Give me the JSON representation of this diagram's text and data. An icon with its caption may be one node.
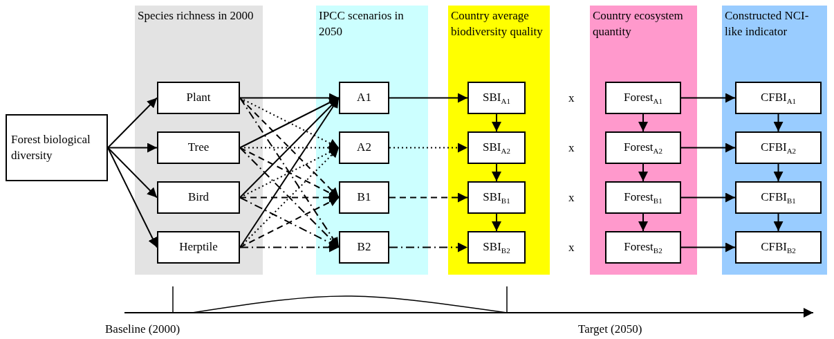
{
  "diagram": {
    "nodes": [
      {
        "text": [
          "Forest biological diversity"
        ]
      },
      {
        "text": [
          "Species richness in 2000"
        ]
      },
      {
        "text": [
          "Plant"
        ],
        "in": 1
      },
      {
        "text": [
          "Tree"
        ],
        "in": 1
      },
      {
        "text": [
          "Bird"
        ],
        "in": 1
      },
      {
        "text": [
          "Herptile"
        ],
        "in": 1
      },
      {
        "text": [
          "IPCC scenarios in 2050"
        ]
      },
      {
        "text": [
          "A1"
        ],
        "in": 6
      },
      {
        "text": [
          "A2"
        ],
        "in": 6
      },
      {
        "text": [
          "B1"
        ],
        "in": 6
      },
      {
        "text": [
          "B2"
        ],
        "in": 6
      },
      {
        "text": [
          "Country average biodiversity quality"
        ]
      },
      {
        "text": [
          "SBI$_{A1}$"
        ],
        "in": 11
      },
      {
        "text": [
          "SBI$_{A2}$"
        ],
        "in": 11
      },
      {
        "text": [
          "SBI$_{B1}$"
        ],
        "in": 11
      },
      {
        "text": [
          "SBI$_{B2}$"
        ],
        "in": 11
      },
      {
        "text": [
          "Country ecosystem quantity"
        ]
      },
      {
        "text": [
          "Forest$_{A1}$"
        ],
        "in": 16
      },
      {
        "text": [
          "Forest$_{A2}$"
        ],
        "in": 16
      },
      {
        "text": [
          "Forest$_{B1}$"
        ],
        "in": 16
      },
      {
        "text": [
          "Forest$_{B2}$"
        ],
        "in": 16
      },
      {
        "text": [
          "Constructed NCI-like indicator"
        ]
      },
      {
        "text": [
          "CFBI$_{A1}$"
        ],
        "in": 21
      },
      {
        "text": [
          "CFBI$_{A2}$"
        ],
        "in": 21
      },
      {
        "text": [
          "CFBI$_{B1}$"
        ],
        "in": 21
      },
      {
        "text": [
          "CFBI$_{B2}$"
        ],
        "in": 21
      }
    ],
    "edges": [
      {
        "from": 0,
        "to": 2,
        "arrow": "to"
      },
      {
        "from": 0,
        "to": 3,
        "arrow": "to"
      },
      {
        "from": 0,
        "to": 4,
        "arrow": "to"
      },
      {
        "from": 0,
        "to": 5,
        "arrow": "to"
      },
      {
        "from": 2,
        "to": 7,
        "arrow": "to"
      },
      {
        "from": 3,
        "to": 7,
        "arrow": "to"
      },
      {
        "from": 4,
        "to": 7,
        "arrow": "to"
      },
      {
        "from": 5,
        "to": 7,
        "arrow": "to"
      },
      {
        "from": 2,
        "to": 8,
        "arrow": "to",
        "style": "dashed"
      },
      {
        "from": 3,
        "to": 8,
        "arrow": "to",
        "style": "dashed"
      },
      {
        "from": 4,
        "to": 8,
        "arrow": "to",
        "style": "dashed"
      },
      {
        "from": 5,
        "to": 8,
        "arrow": "to",
        "style": "dashed"
      },
      {
        "from": 2,
        "to": 9,
        "arrow": "to",
        "style": "dashed"
      },
      {
        "from": 3,
        "to": 9,
        "arrow": "to",
        "style": "dashed"
      },
      {
        "from": 4,
        "to": 9,
        "arrow": "to",
        "style": "dashed"
      },
      {
        "from": 5,
        "to": 9,
        "arrow": "to",
        "style": "dashed"
      },
      {
        "from": 2,
        "to": 10,
        "arrow": "to",
        "style": "dashed"
      },
      {
        "from": 3,
        "to": 10,
        "arrow": "to",
        "style": "dashed"
      },
      {
        "from": 4,
        "to": 10,
        "arrow": "to",
        "style": "dashed"
      },
      {
        "from": 5,
        "to": 10,
        "arrow": "to",
        "style": "dashed"
      },
      {
        "from": 7,
        "to": 12,
        "arrow": "to"
      },
      {
        "from": 8,
        "to": 13,
        "arrow": "to",
        "style": "dashed"
      },
      {
        "from": 9,
        "to": 14,
        "arrow": "to",
        "style": "dashed"
      },
      {
        "from": 10,
        "to": 15,
        "arrow": "to",
        "style": "dashed"
      },
      {
        "from": 12,
        "to": 13,
        "arrow": "to"
      },
      {
        "from": 13,
        "to": 14,
        "arrow": "to"
      },
      {
        "from": 14,
        "to": 15,
        "arrow": "to"
      },
      {
        "from": 17,
        "to": 18,
        "arrow": "to"
      },
      {
        "from": 18,
        "to": 19,
        "arrow": "to"
      },
      {
        "from": 19,
        "to": 20,
        "arrow": "to"
      },
      {
        "from": 17,
        "to": 22,
        "arrow": "to"
      },
      {
        "from": 18,
        "to": 23,
        "arrow": "to"
      },
      {
        "from": 19,
        "to": 24,
        "arrow": "to"
      },
      {
        "from": 20,
        "to": 25,
        "arrow": "to"
      },
      {
        "from": 22,
        "to": 23,
        "arrow": "to"
      },
      {
        "from": 23,
        "to": 24,
        "arrow": "to"
      },
      {
        "from": 24,
        "to": 25,
        "arrow": "to"
      }
    ],
    "labels": [
      "x",
      "x",
      "x",
      "x",
      "Baseline (2000)",
      "Target (2050)"
    ]
  }
}
